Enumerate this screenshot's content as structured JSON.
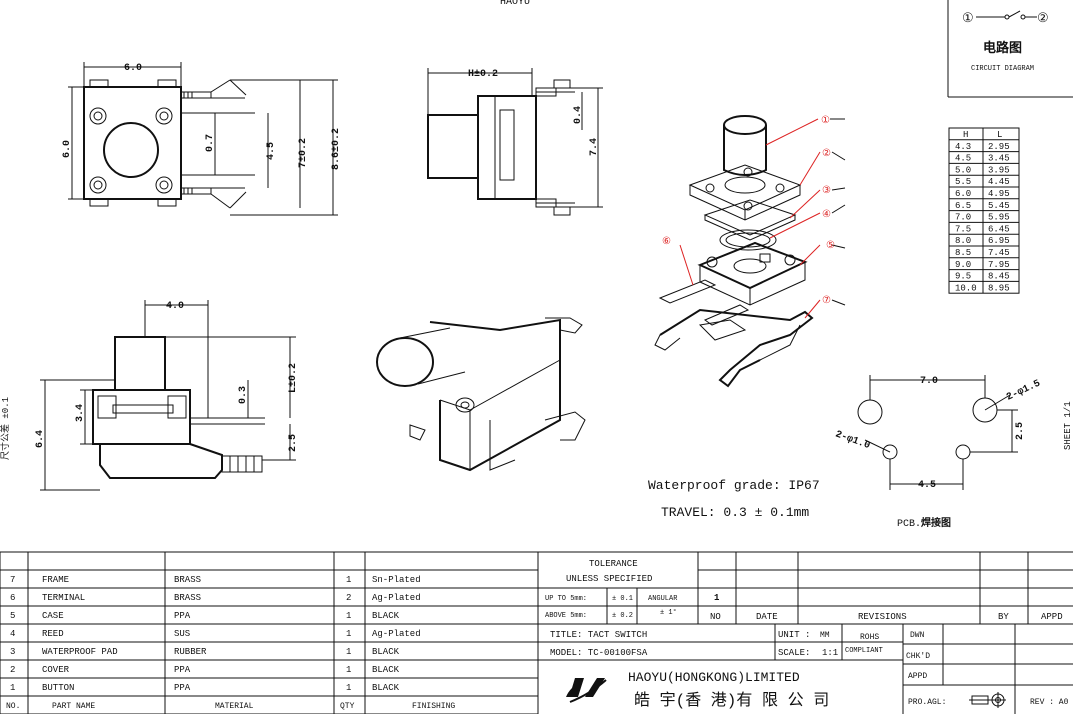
{
  "header_text": "HAOYU",
  "circuit": {
    "pin1": "①",
    "pin2": "②",
    "title_cn": "电路图",
    "title_en": "CIRCUIT DIAGRAM"
  },
  "height_table": {
    "headers": [
      "H",
      "L"
    ],
    "rows": [
      [
        "4.3",
        "2.95"
      ],
      [
        "4.5",
        "3.45"
      ],
      [
        "5.0",
        "3.95"
      ],
      [
        "5.5",
        "4.45"
      ],
      [
        "6.0",
        "4.95"
      ],
      [
        "6.5",
        "5.45"
      ],
      [
        "7.0",
        "5.95"
      ],
      [
        "7.5",
        "6.45"
      ],
      [
        "8.0",
        "6.95"
      ],
      [
        "8.5",
        "7.45"
      ],
      [
        "9.0",
        "7.95"
      ],
      [
        "9.5",
        "8.45"
      ],
      [
        "10.0",
        "8.95"
      ]
    ]
  },
  "dimensions": {
    "top_width": "6.0",
    "top_height": "6.0",
    "top_07": "0.7",
    "top_45": "4.5",
    "top_7": "7±0.2",
    "top_86": "8.6±0.2",
    "side_h": "H±0.2",
    "side_04": "0.4",
    "side_74": "7.4",
    "front_4": "4.0",
    "front_03": "0.3",
    "front_l": "L±0.2",
    "front_34": "3.4",
    "front_64": "6.4",
    "front_25": "2.5",
    "pcb_7": "7.0",
    "pcb_15": "2-φ1.5",
    "pcb_25": "2.5",
    "pcb_10": "2-φ1.0",
    "pcb_45": "4.5"
  },
  "callouts": [
    "①",
    "②",
    "③",
    "④",
    "⑤",
    "⑥",
    "⑦"
  ],
  "specs": {
    "waterproof": "Waterproof grade: IP67",
    "travel": "TRAVEL: 0.3 ± 0.1mm",
    "pcb_label": "PCB.",
    "pcb_label_cn": "焊接图"
  },
  "side_notes": {
    "left": "尺寸公差 ±0.1",
    "right": "SHEET 1/1"
  },
  "parts_table": {
    "rows": [
      {
        "no": "7",
        "name": "FRAME",
        "material": "BRASS",
        "qty": "1",
        "finishing": "Sn-Plated"
      },
      {
        "no": "6",
        "name": "TERMINAL",
        "material": "BRASS",
        "qty": "2",
        "finishing": "Ag-Plated"
      },
      {
        "no": "5",
        "name": "CASE",
        "material": "PPA",
        "qty": "1",
        "finishing": "BLACK"
      },
      {
        "no": "4",
        "name": "REED",
        "material": "SUS",
        "qty": "1",
        "finishing": "Ag-Plated"
      },
      {
        "no": "3",
        "name": "WATERPROOF PAD",
        "material": "RUBBER",
        "qty": "1",
        "finishing": "BLACK"
      },
      {
        "no": "2",
        "name": "COVER",
        "material": "PPA",
        "qty": "1",
        "finishing": "BLACK"
      },
      {
        "no": "1",
        "name": "BUTTON",
        "material": "PPA",
        "qty": "1",
        "finishing": "BLACK"
      }
    ],
    "header": {
      "no": "NO.",
      "name": "PART   NAME",
      "material": "MATERIAL",
      "qty": "QTY",
      "finishing": "FINISHING"
    }
  },
  "title_block": {
    "tolerance_title": "TOLERANCE",
    "unless": "UNLESS  SPECIFIED",
    "up_to": "UP TO 5mm:",
    "up_to_val": "± 0.1",
    "angular": "ANGULAR",
    "above": "ABOVE 5mm:",
    "above_val": "± 0.2",
    "angular_val": "± 1°",
    "rev_mark": "1",
    "no": "NO",
    "date": "DATE",
    "revisions": "REVISIONS",
    "by": "BY",
    "appd": "APPD",
    "title": "TITLE: TACT SWITCH",
    "model": "MODEL: TC-00100FSA",
    "unit_label": "UNIT :",
    "unit_val": "MM",
    "scale_label": "SCALE:",
    "scale_val": "1:1",
    "rohs": "ROHS",
    "compliant": "COMPLIANT",
    "dwn": "DWN",
    "chkd": "CHK'D",
    "appd2": "APPD",
    "company_en": "HAOYU(HONGKONG)LIMITED",
    "company_cn": "皓 宇(香 港)有 限 公 司",
    "pro_agl": "PRO.AGL:",
    "rev": "REV : A0"
  }
}
